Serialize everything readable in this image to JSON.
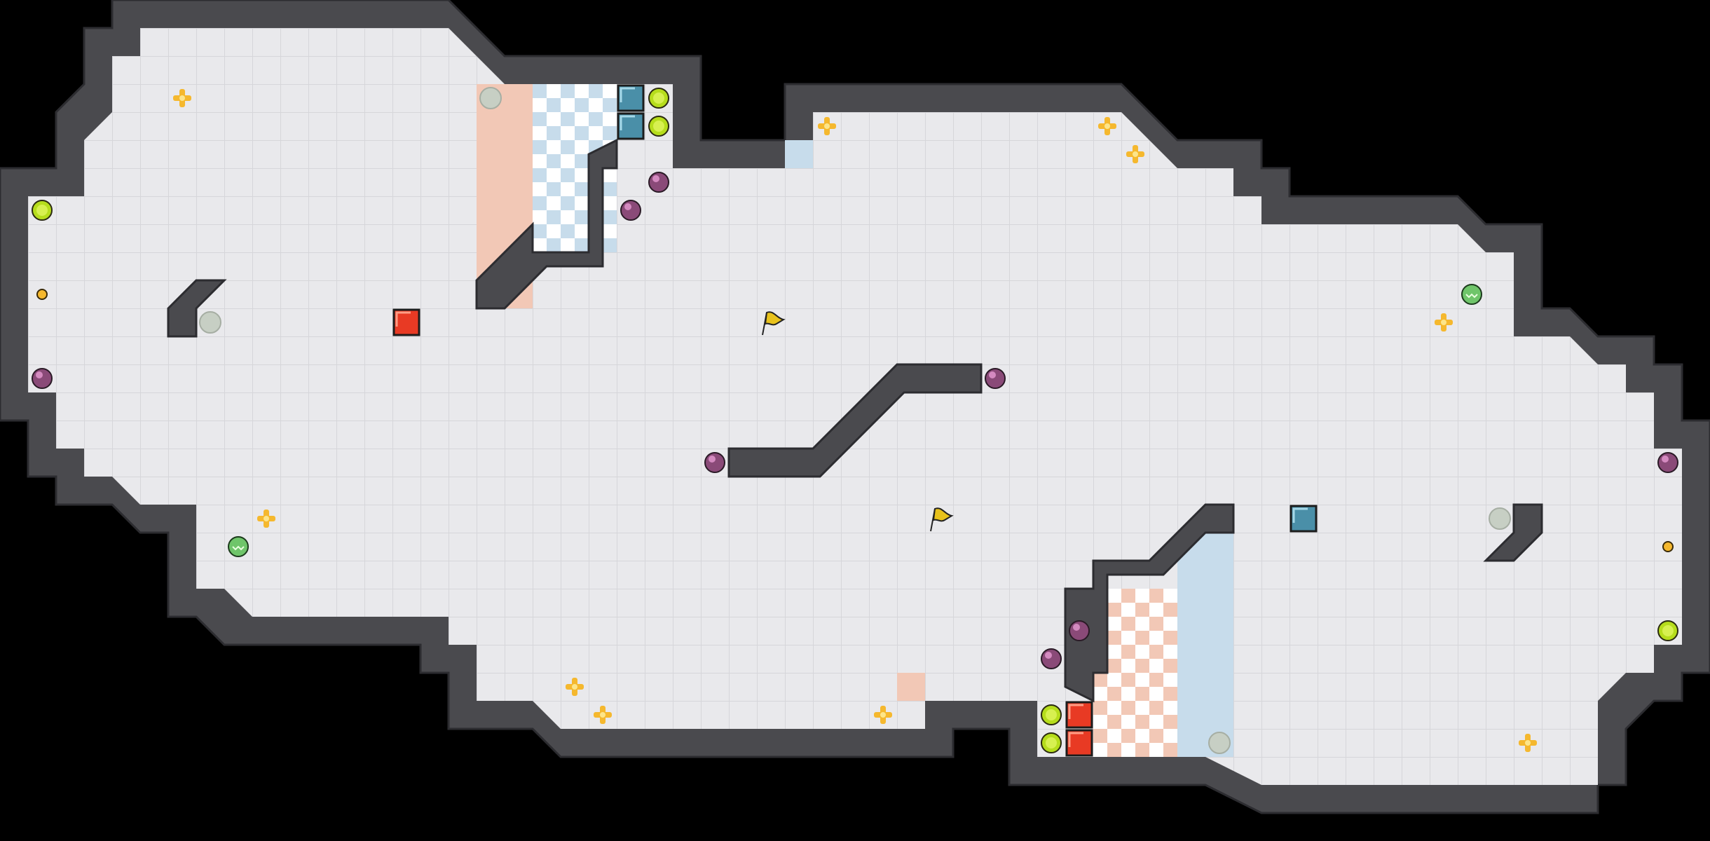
{
  "map": {
    "grid_unit": 40,
    "colors": {
      "background": "#000000",
      "wall": "#4a4a4e",
      "wall_edge": "#2c2c30",
      "floor": "#e9e9ec",
      "grid_line": "#d6d6da",
      "red_zone": "#f2c8b6",
      "blue_zone": "#c7dceb",
      "checker_light": "#ffffff"
    },
    "legend_icons": {
      "boost_pad": "yellow-cross-boost-icon",
      "bomb": "purple-bomb-icon",
      "powerup": "lime-powerup-icon",
      "green_powerup": "green-striped-powerup-icon",
      "flag": "yellow-flag-icon",
      "button": "grey-button-icon",
      "red_gate": "red-gate-tile-icon",
      "blue_gate": "teal-gate-tile-icon",
      "small_dot": "gold-portal-dot-icon"
    },
    "objects": [
      {
        "kind": "boost_pad",
        "col": 6.5,
        "row": 3.5
      },
      {
        "kind": "boost_pad",
        "col": 29.5,
        "row": 4.5
      },
      {
        "kind": "boost_pad",
        "col": 39.5,
        "row": 4.5
      },
      {
        "kind": "boost_pad",
        "col": 40.5,
        "row": 5.5
      },
      {
        "kind": "boost_pad",
        "col": 51.5,
        "row": 11.5
      },
      {
        "kind": "boost_pad",
        "col": 9.5,
        "row": 18.5
      },
      {
        "kind": "boost_pad",
        "col": 20.5,
        "row": 24.5
      },
      {
        "kind": "boost_pad",
        "col": 21.5,
        "row": 25.5
      },
      {
        "kind": "boost_pad",
        "col": 31.5,
        "row": 25.5
      },
      {
        "kind": "boost_pad",
        "col": 54.5,
        "row": 26.5
      },
      {
        "kind": "bomb",
        "col": 23.5,
        "row": 6.5
      },
      {
        "kind": "bomb",
        "col": 22.5,
        "row": 7.5
      },
      {
        "kind": "bomb",
        "col": 1.5,
        "row": 13.5
      },
      {
        "kind": "bomb",
        "col": 35.5,
        "row": 13.5
      },
      {
        "kind": "bomb",
        "col": 25.5,
        "row": 16.5
      },
      {
        "kind": "bomb",
        "col": 59.5,
        "row": 16.5
      },
      {
        "kind": "bomb",
        "col": 38.5,
        "row": 22.5
      },
      {
        "kind": "bomb",
        "col": 37.5,
        "row": 23.5
      },
      {
        "kind": "powerup",
        "col": 1.5,
        "row": 7.5
      },
      {
        "kind": "powerup",
        "col": 23.5,
        "row": 3.5
      },
      {
        "kind": "powerup",
        "col": 23.5,
        "row": 4.5
      },
      {
        "kind": "powerup",
        "col": 37.5,
        "row": 25.5
      },
      {
        "kind": "powerup",
        "col": 37.5,
        "row": 26.5
      },
      {
        "kind": "powerup",
        "col": 59.5,
        "row": 22.5
      },
      {
        "kind": "green_powerup",
        "col": 52.5,
        "row": 10.5
      },
      {
        "kind": "green_powerup",
        "col": 8.5,
        "row": 19.5
      },
      {
        "kind": "flag",
        "col": 27.5,
        "row": 11.5
      },
      {
        "kind": "flag",
        "col": 33.5,
        "row": 18.5
      },
      {
        "kind": "button",
        "col": 17.5,
        "row": 3.5
      },
      {
        "kind": "button",
        "col": 7.5,
        "row": 11.5
      },
      {
        "kind": "button",
        "col": 53.5,
        "row": 18.5
      },
      {
        "kind": "button",
        "col": 43.5,
        "row": 26.5
      },
      {
        "kind": "red_gate",
        "col": 14.5,
        "row": 11.5
      },
      {
        "kind": "red_gate",
        "col": 38.5,
        "row": 25.5
      },
      {
        "kind": "red_gate",
        "col": 38.5,
        "row": 26.5
      },
      {
        "kind": "blue_gate",
        "col": 22.5,
        "row": 3.5
      },
      {
        "kind": "blue_gate",
        "col": 22.5,
        "row": 4.5
      },
      {
        "kind": "blue_gate",
        "col": 46.5,
        "row": 18.5
      },
      {
        "kind": "small_dot",
        "col": 1.5,
        "row": 10.5
      },
      {
        "kind": "small_dot",
        "col": 59.5,
        "row": 19.5
      }
    ]
  }
}
